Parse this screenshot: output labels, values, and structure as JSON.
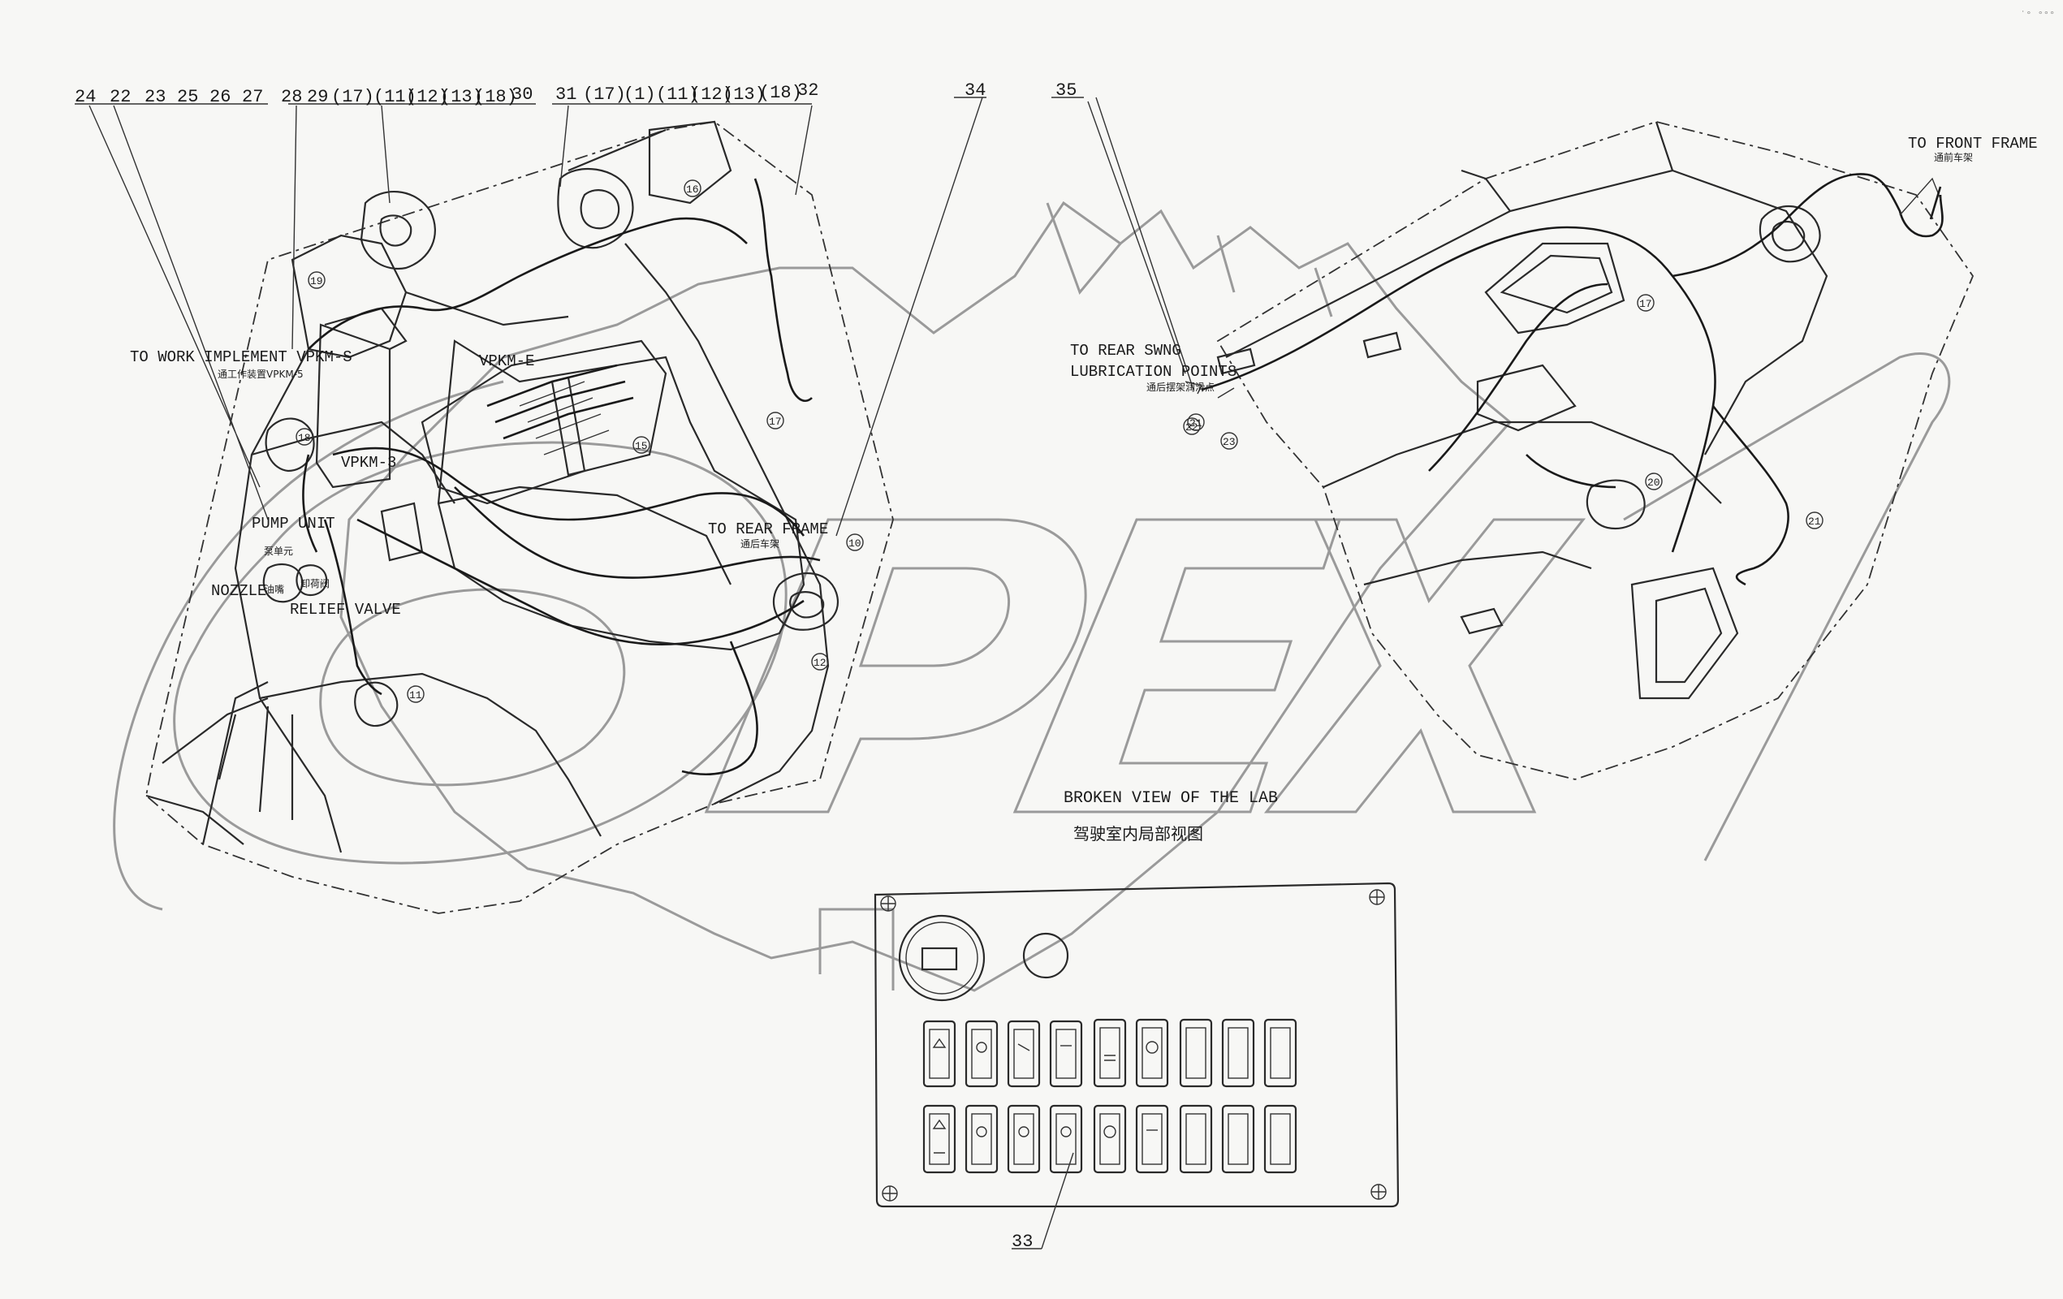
{
  "corner_marks": "˙° °°°",
  "part_callouts_top_left": [
    "24",
    "22",
    "23",
    "25",
    "26",
    "27",
    "28",
    "29",
    "(17)",
    "(11)",
    "(12)",
    "(13)",
    "(18)",
    "30",
    "31",
    "(17)",
    "(1)",
    "(11)",
    "(12)",
    "(13)",
    "(18)",
    "32"
  ],
  "part_callouts_top_right": [
    "34",
    "35"
  ],
  "panel_callout": "33",
  "labels": {
    "to_work_implement": "TO WORK IMPLEMENT VPKM-S",
    "to_work_implement_cn": "通工作装置VPKM-5",
    "vpkm_3": "VPKM-3",
    "vpkm_e": "VPKM-E",
    "pump_unit": "PUMP UNIT",
    "pump_unit_cn": "泵单元",
    "nozzle": "NOZZLE",
    "nozzle_cn": "油嘴",
    "relief_valve": "RELIEF VALVE",
    "relief_valve_cn": "卸荷阀",
    "to_rear_frame": "TO REAR FRAME",
    "to_rear_frame_cn": "通后车架",
    "to_rear_swing": "TO REAR SWNG",
    "lubrication_points": "LUBRICATION POINTS",
    "lubrication_points_cn": "通后摆架润滑点",
    "to_front_frame": "TO FRONT FRAME",
    "to_front_frame_cn": "通前车架",
    "broken_view": "BROKEN VIEW OF THE LAB",
    "broken_view_cn": "驾驶室内局部视图"
  },
  "bubbles": [
    "19",
    "18",
    "16",
    "15",
    "12",
    "11",
    "17",
    "10",
    "21",
    "22",
    "23",
    "17",
    "20",
    "21"
  ],
  "watermark_text": "OPEX"
}
